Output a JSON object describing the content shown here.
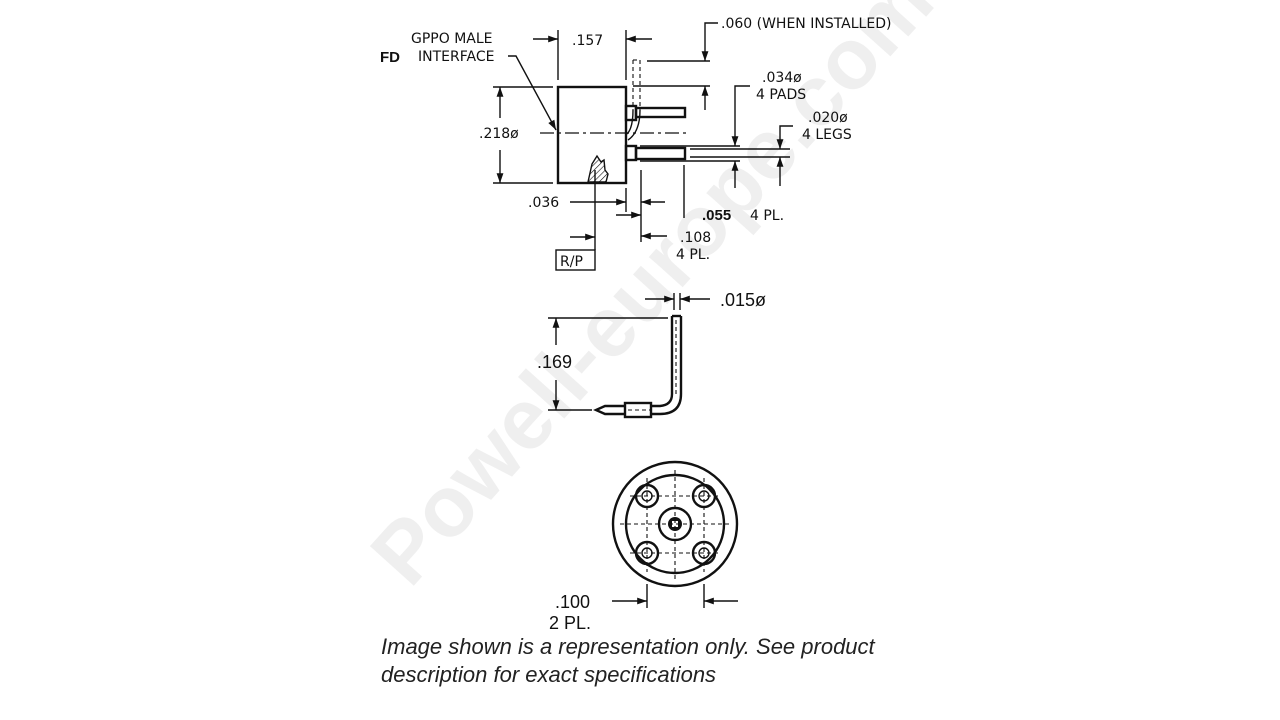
{
  "watermark": "Powell-europe.com",
  "side_view": {
    "series_label": "FD",
    "interface_label_line1": "GPPO MALE",
    "interface_label_line2": "INTERFACE",
    "dim_width": ".157",
    "dim_installed": ".060 (WHEN INSTALLED)",
    "dim_pads_line1": ".034ø",
    "dim_pads_line2": "4 PADS",
    "dim_legs_line1": ".020ø",
    "dim_legs_line2": "4 LEGS",
    "dim_diameter": ".218ø",
    "dim_flange": ".036",
    "dim_pad_spacing_value": ".055",
    "dim_pad_spacing_qty": "4 PL.",
    "dim_leg_length_line1": ".108",
    "dim_leg_length_line2": "4 PL.",
    "ref_box": "R/P"
  },
  "pin_detail": {
    "dim_pin_diameter": ".015ø",
    "dim_pin_height": ".169"
  },
  "end_view": {
    "dim_spacing_line1": ".100",
    "dim_spacing_line2": "2 PL."
  },
  "caption": "Image shown is a representation only. See product description for exact specifications"
}
